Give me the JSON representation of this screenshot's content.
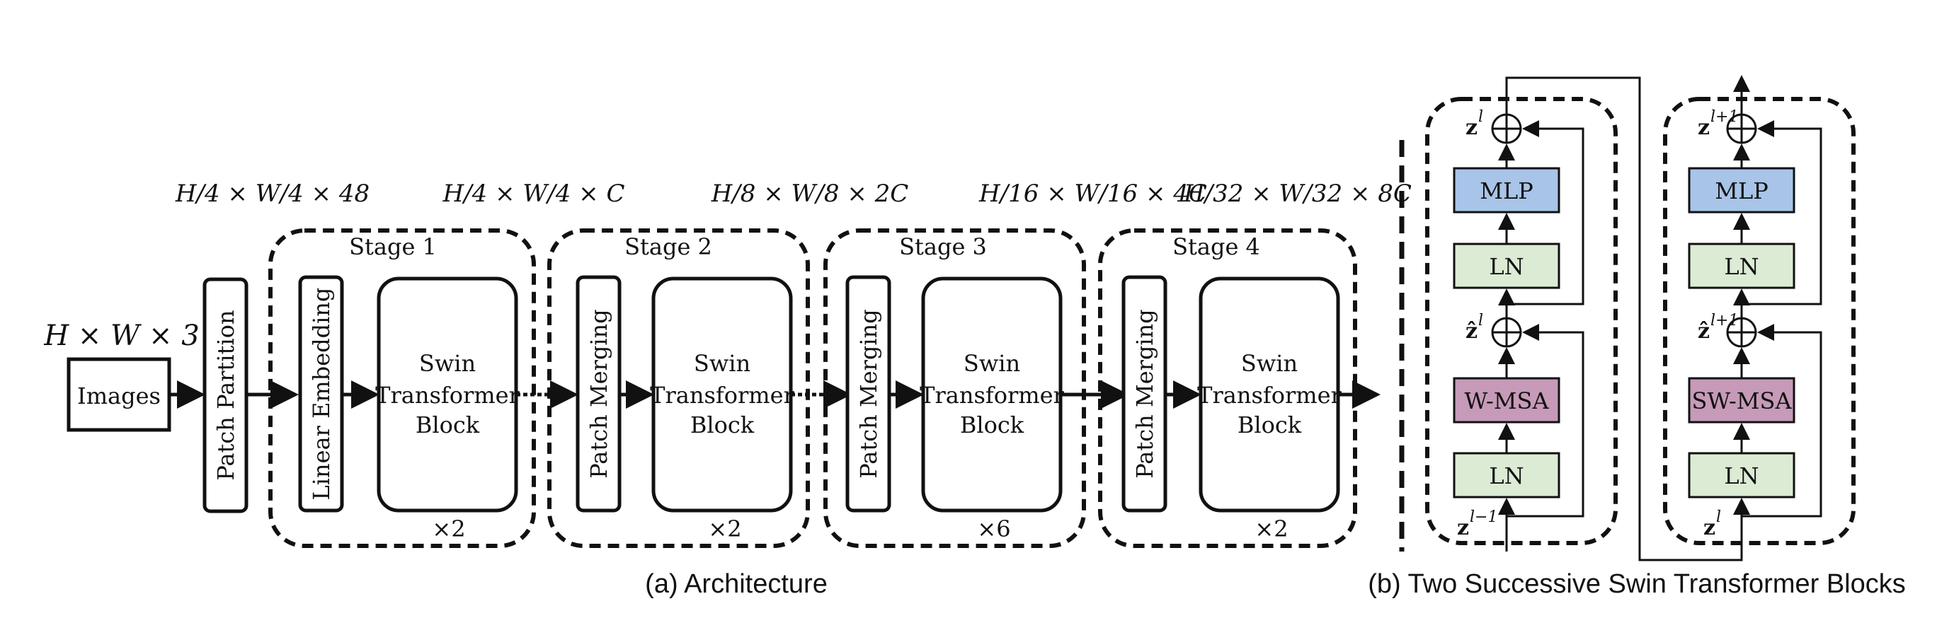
{
  "input": {
    "dims_label": "H × W × 3",
    "images_label": "Images"
  },
  "patch_partition": {
    "label": "Patch Partition"
  },
  "stages": [
    {
      "title": "Stage 1",
      "side_label": "Linear Embedding",
      "block_l1": "Swin",
      "block_l2": "Transformer",
      "block_l3": "Block",
      "repeat": "×2",
      "dims": "H/4 × W/4 × C"
    },
    {
      "title": "Stage 2",
      "side_label": "Patch Merging",
      "block_l1": "Swin",
      "block_l2": "Transformer",
      "block_l3": "Block",
      "repeat": "×2",
      "dims": "H/8 × W/8 × 2C"
    },
    {
      "title": "Stage 3",
      "side_label": "Patch Merging",
      "block_l1": "Swin",
      "block_l2": "Transformer",
      "block_l3": "Block",
      "repeat": "×6",
      "dims": "H/16 × W/16 × 4C"
    },
    {
      "title": "Stage 4",
      "side_label": "Patch Merging",
      "block_l1": "Swin",
      "block_l2": "Transformer",
      "block_l3": "Block",
      "repeat": "×2",
      "dims": "H/32 × W/32 × 8C"
    }
  ],
  "pre_dims": "H/4 × W/4 × 48",
  "caption_a": "(a) Architecture",
  "caption_b": "(b) Two Successive Swin Transformer Blocks",
  "block_a": {
    "mlp": "MLP",
    "ln_top": "LN",
    "msa": "W-MSA",
    "ln_bottom": "LN",
    "z_out": "z",
    "z_out_sup": "l",
    "z_hat": "ẑ",
    "z_hat_sup": "l",
    "z_in": "z",
    "z_in_sup": "l−1"
  },
  "block_b": {
    "mlp": "MLP",
    "ln_top": "LN",
    "msa": "SW-MSA",
    "ln_bottom": "LN",
    "z_out": "z",
    "z_out_sup": "l+1",
    "z_hat": "ẑ",
    "z_hat_sup": "l+1",
    "z_in": "z",
    "z_in_sup": "l"
  }
}
